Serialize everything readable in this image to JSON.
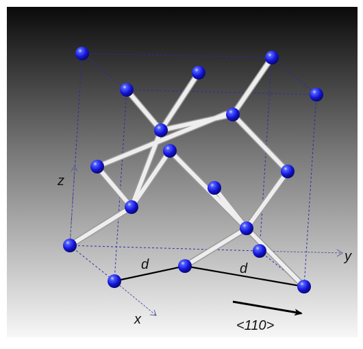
{
  "labels": {
    "z": "z",
    "y": "y",
    "x": "x",
    "d1": "d",
    "d2": "d",
    "direction": "<110>"
  },
  "colors": {
    "background_top": "#0a0a0a",
    "background_bottom": "#f5f5f5",
    "atom": "#1a1ae8",
    "bond": "#e6e6e6",
    "cube_edge": "#3030a0",
    "d_segment": "#000000"
  },
  "icons": {
    "atom": "sphere",
    "bond": "cylinder",
    "axis": "dashed-arrow"
  }
}
